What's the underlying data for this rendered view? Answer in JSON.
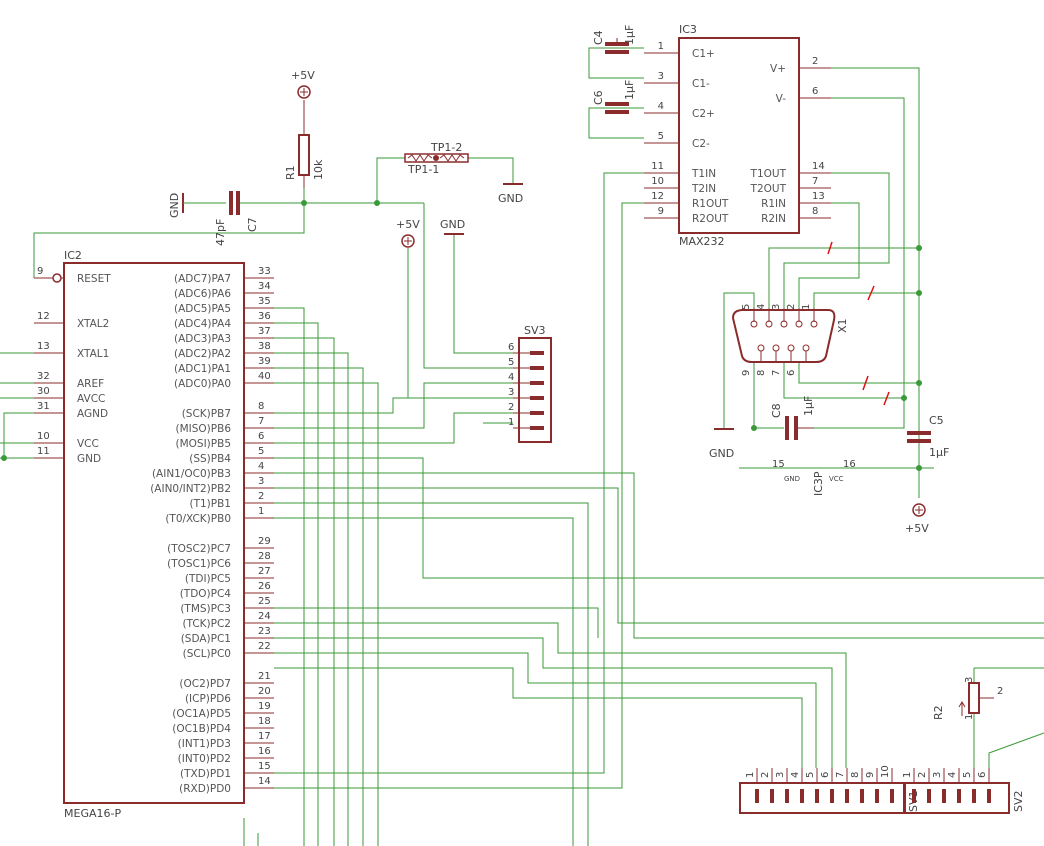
{
  "ic2": {
    "name": "IC2",
    "part": "MEGA16-P",
    "left_pins": [
      {
        "num": "9",
        "label": "RESET"
      },
      {
        "num": "12",
        "label": "XTAL2"
      },
      {
        "num": "13",
        "label": "XTAL1"
      },
      {
        "num": "32",
        "label": "AREF"
      },
      {
        "num": "30",
        "label": "AVCC"
      },
      {
        "num": "31",
        "label": "AGND"
      },
      {
        "num": "10",
        "label": "VCC"
      },
      {
        "num": "11",
        "label": "GND"
      }
    ],
    "right_pins": [
      {
        "num": "33",
        "label": "(ADC7)PA7"
      },
      {
        "num": "34",
        "label": "(ADC6)PA6"
      },
      {
        "num": "35",
        "label": "(ADC5)PA5"
      },
      {
        "num": "36",
        "label": "(ADC4)PA4"
      },
      {
        "num": "37",
        "label": "(ADC3)PA3"
      },
      {
        "num": "38",
        "label": "(ADC2)PA2"
      },
      {
        "num": "39",
        "label": "(ADC1)PA1"
      },
      {
        "num": "40",
        "label": "(ADC0)PA0"
      },
      {
        "num": "8",
        "label": "(SCK)PB7"
      },
      {
        "num": "7",
        "label": "(MISO)PB6"
      },
      {
        "num": "6",
        "label": "(MOSI)PB5"
      },
      {
        "num": "5",
        "label": "(SS)PB4"
      },
      {
        "num": "4",
        "label": "(AIN1/OC0)PB3"
      },
      {
        "num": "3",
        "label": "(AIN0/INT2)PB2"
      },
      {
        "num": "2",
        "label": "(T1)PB1"
      },
      {
        "num": "1",
        "label": "(T0/XCK)PB0"
      },
      {
        "num": "29",
        "label": "(TOSC2)PC7"
      },
      {
        "num": "28",
        "label": "(TOSC1)PC6"
      },
      {
        "num": "27",
        "label": "(TDI)PC5"
      },
      {
        "num": "26",
        "label": "(TDO)PC4"
      },
      {
        "num": "25",
        "label": "(TMS)PC3"
      },
      {
        "num": "24",
        "label": "(TCK)PC2"
      },
      {
        "num": "23",
        "label": "(SDA)PC1"
      },
      {
        "num": "22",
        "label": "(SCL)PC0"
      },
      {
        "num": "21",
        "label": "(OC2)PD7"
      },
      {
        "num": "20",
        "label": "(ICP)PD6"
      },
      {
        "num": "19",
        "label": "(OC1A)PD5"
      },
      {
        "num": "18",
        "label": "(OC1B)PD4"
      },
      {
        "num": "17",
        "label": "(INT1)PD3"
      },
      {
        "num": "16",
        "label": "(INT0)PD2"
      },
      {
        "num": "15",
        "label": "(TXD)PD1"
      },
      {
        "num": "14",
        "label": "(RXD)PD0"
      }
    ]
  },
  "ic3": {
    "name": "IC3",
    "part": "MAX232",
    "left_pins": [
      {
        "num": "1",
        "label": "C1+"
      },
      {
        "num": "3",
        "label": "C1-"
      },
      {
        "num": "4",
        "label": "C2+"
      },
      {
        "num": "5",
        "label": "C2-"
      },
      {
        "num": "11",
        "label": "T1IN"
      },
      {
        "num": "10",
        "label": "T2IN"
      },
      {
        "num": "12",
        "label": "R1OUT"
      },
      {
        "num": "9",
        "label": "R2OUT"
      }
    ],
    "right_pins": [
      {
        "num": "2",
        "label": "V+"
      },
      {
        "num": "6",
        "label": "V-"
      },
      {
        "num": "14",
        "label": "T1OUT"
      },
      {
        "num": "7",
        "label": "T2OUT"
      },
      {
        "num": "13",
        "label": "R1IN"
      },
      {
        "num": "8",
        "label": "R2IN"
      }
    ]
  },
  "ic3p": {
    "name": "IC3P",
    "pin_gnd_num": "15",
    "pin_vcc_num": "16",
    "gnd_label": "GND",
    "vcc_label": "VCC"
  },
  "r1": {
    "name": "R1",
    "value": "10k"
  },
  "r2": {
    "name": "R2",
    "pins": [
      "1",
      "2",
      "3"
    ]
  },
  "c4": {
    "name": "C4",
    "value": "1µF"
  },
  "c6": {
    "name": "C6",
    "value": "1µF"
  },
  "c7": {
    "name": "C7",
    "value": "47pF"
  },
  "c8": {
    "name": "C8",
    "value": "1µF"
  },
  "c5": {
    "name": "C5",
    "value": "1µF"
  },
  "tp1": {
    "top": "TP1-2",
    "bottom": "TP1-1"
  },
  "sv3": {
    "name": "SV3",
    "pins": [
      "6",
      "5",
      "4",
      "3",
      "2",
      "1"
    ]
  },
  "sv1": {
    "name": "SV1",
    "pins": [
      "1",
      "2",
      "3",
      "4",
      "5",
      "6",
      "7",
      "8",
      "9",
      "10"
    ]
  },
  "sv2": {
    "name": "SV2",
    "pins": [
      "1",
      "2",
      "3",
      "4",
      "5",
      "6"
    ]
  },
  "x1": {
    "name": "X1",
    "top_pins": [
      "5",
      "4",
      "3",
      "2",
      "1"
    ],
    "bottom_pins": [
      "9",
      "8",
      "7",
      "6"
    ]
  },
  "supplies": {
    "vcc": "+5V",
    "gnd": "GND"
  }
}
